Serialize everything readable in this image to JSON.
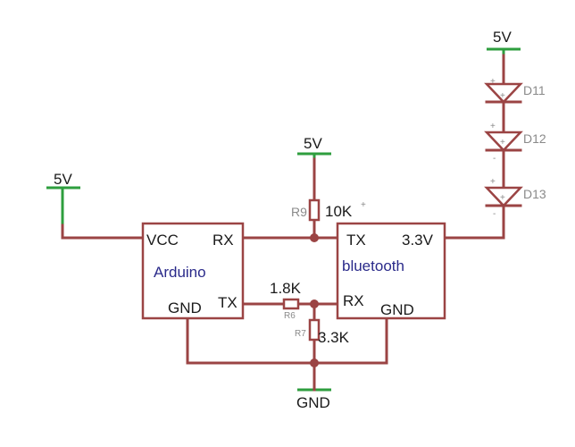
{
  "supplies": {
    "vcc_left": "5V",
    "vcc_middle": "5V",
    "vcc_right": "5V",
    "ground": "GND"
  },
  "arduino": {
    "name": "Arduino",
    "pin_vcc": "VCC",
    "pin_rx": "RX",
    "pin_gnd": "GND",
    "pin_tx": "TX"
  },
  "bluetooth": {
    "name": "bluetooth",
    "pin_tx": "TX",
    "pin_3v3": "3.3V",
    "pin_rx": "RX",
    "pin_gnd": "GND"
  },
  "resistors": {
    "r9": {
      "name": "R9",
      "value": "10K"
    },
    "r6": {
      "name": "R6",
      "value": "1.8K"
    },
    "r7": {
      "name": "R7",
      "value": "3.3K"
    }
  },
  "diodes": [
    "D11",
    "D12",
    "D13"
  ]
}
